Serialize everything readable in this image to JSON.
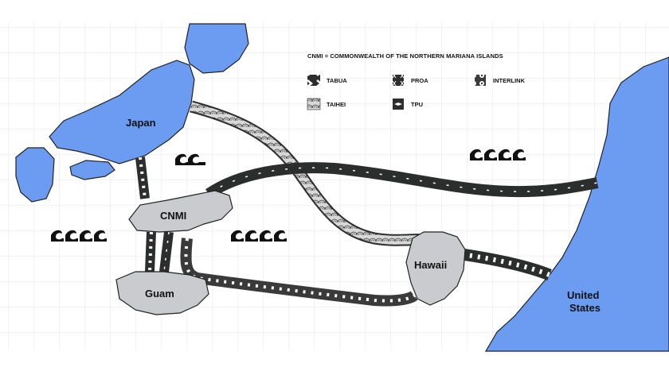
{
  "legend": {
    "title": "CNMI = COMMONWEALTH OF THE NORTHERN MARIANA ISLANDS",
    "items": [
      {
        "label": "TABUA",
        "icon": "tabua-pattern-icon"
      },
      {
        "label": "PROA",
        "icon": "proa-pattern-icon"
      },
      {
        "label": "INTERLINK",
        "icon": "interlink-pattern-icon"
      },
      {
        "label": "TAIHEI",
        "icon": "taihei-pattern-icon"
      },
      {
        "label": "TPU",
        "icon": "tpu-pattern-icon"
      }
    ]
  },
  "regions": {
    "japan": "Japan",
    "cnmi": "CNMI",
    "guam": "Guam",
    "hawaii": "Hawaii",
    "us_line1": "United",
    "us_line2": "States"
  },
  "colors": {
    "land_blue": "#6b9cf2",
    "island_gray": "#c9cbce",
    "cable_dark": "#2c2e2d",
    "grid": "#e6e8ea"
  }
}
